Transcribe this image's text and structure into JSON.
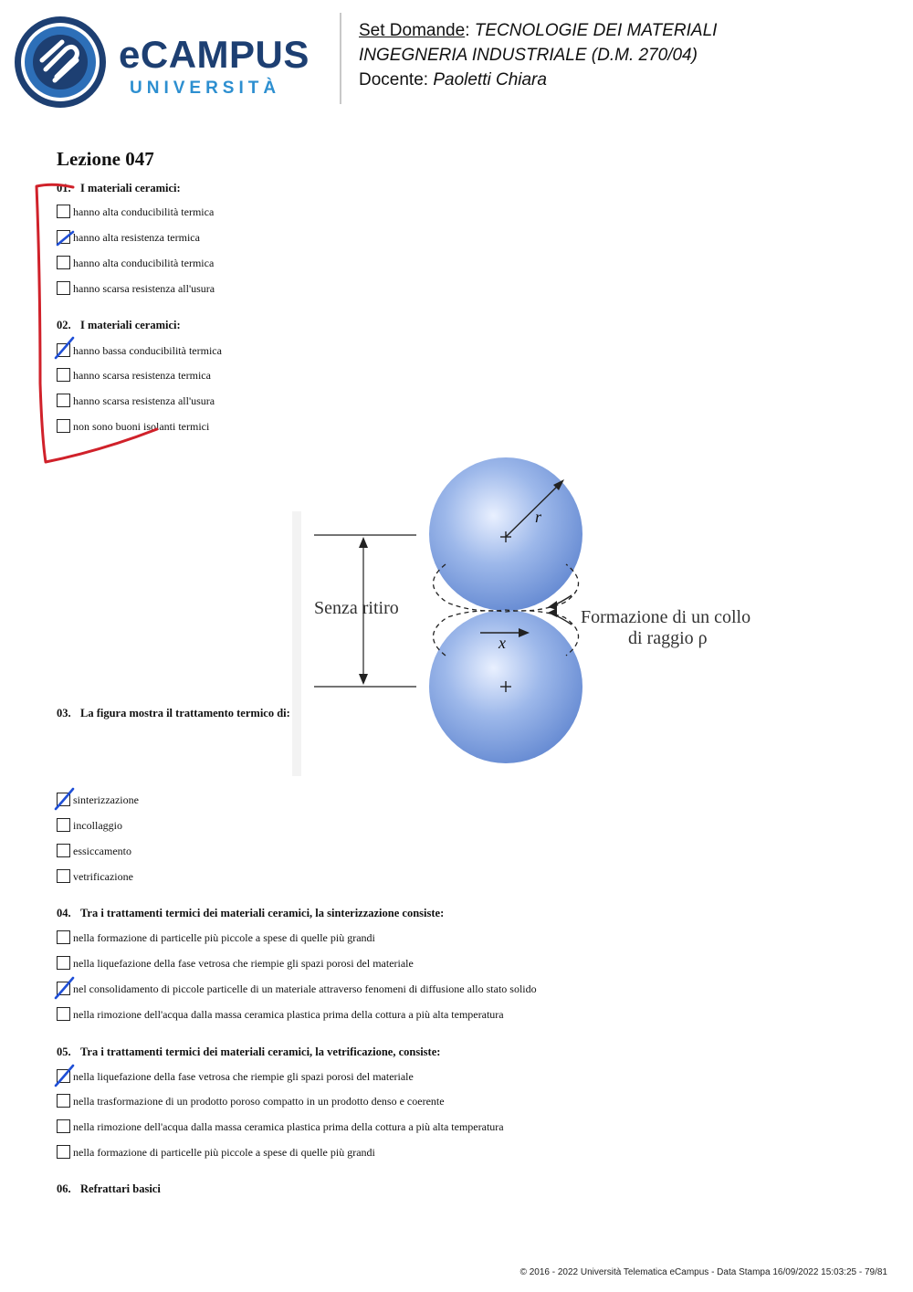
{
  "header": {
    "logo": {
      "brand": "eCAMPUS",
      "sub": "UNIVERSITÀ"
    },
    "set_label": "Set Domande",
    "colon": ": ",
    "course_line1": "TECNOLOGIE DEI MATERIALI",
    "course_line2": "INGEGNERIA INDUSTRIALE (D.M. 270/04)",
    "teacher_label": "Docente: ",
    "teacher_name": "Paoletti Chiara"
  },
  "lesson_title": "Lezione 047",
  "questions": [
    {
      "num": "01.",
      "text": "I materiali ceramici:",
      "options": [
        {
          "text": "hanno alta conducibilità termica",
          "checked": false
        },
        {
          "text": "hanno alta resistenza termica",
          "checked": true
        },
        {
          "text": "hanno alta conducibilità termica",
          "checked": false
        },
        {
          "text": "hanno scarsa resistenza all'usura",
          "checked": false
        }
      ]
    },
    {
      "num": "02.",
      "text": "I materiali ceramici:",
      "options": [
        {
          "text": "hanno bassa conducibilità termica",
          "checked": true
        },
        {
          "text": "hanno scarsa resistenza termica",
          "checked": false
        },
        {
          "text": "hanno scarsa resistenza all'usura",
          "checked": false
        },
        {
          "text": "non sono buoni isolanti termici",
          "checked": false
        }
      ]
    },
    {
      "num": "03.",
      "text": "La figura mostra il trattamento termico di:",
      "options": [
        {
          "text": "sinterizzazione",
          "checked": true
        },
        {
          "text": "incollaggio",
          "checked": false
        },
        {
          "text": "essiccamento",
          "checked": false
        },
        {
          "text": "vetrificazione",
          "checked": false
        }
      ]
    },
    {
      "num": "04.",
      "text": "Tra i trattamenti termici dei materiali ceramici, la sinterizzazione consiste:",
      "options": [
        {
          "text": "nella formazione di particelle più piccole a spese di quelle più grandi",
          "checked": false
        },
        {
          "text": "nella liquefazione della fase vetrosa che riempie gli spazi porosi del materiale",
          "checked": false
        },
        {
          "text": "nel consolidamento di piccole particelle di un materiale attraverso fenomeni di diffusione allo stato solido",
          "checked": true
        },
        {
          "text": "nella rimozione dell'acqua dalla massa ceramica plastica prima della cottura a più alta temperatura",
          "checked": false
        }
      ]
    },
    {
      "num": "05.",
      "text": "Tra i trattamenti termici dei materiali ceramici, la vetrificazione, consiste:",
      "options": [
        {
          "text": "nella liquefazione della fase vetrosa che riempie gli spazi porosi del materiale",
          "checked": true
        },
        {
          "text": "nella trasformazione di un prodotto poroso compatto in un prodotto denso e coerente",
          "checked": false
        },
        {
          "text": "nella rimozione dell'acqua dalla massa ceramica plastica prima della cottura a più alta temperatura",
          "checked": false
        },
        {
          "text": "nella formazione di particelle più piccole a spese di quelle più grandi",
          "checked": false
        }
      ]
    },
    {
      "num": "06.",
      "text": "Refrattari basici",
      "options": []
    }
  ],
  "figure": {
    "label_left": "Senza ritiro",
    "label_right_1": "Formazione di un collo",
    "label_right_2": "di raggio ρ",
    "radius_label": "r",
    "x_label": "x"
  },
  "footer": "© 2016 - 2022 Università Telematica eCampus - Data Stampa 16/09/2022 15:03:25 - 79/81",
  "colors": {
    "brand_dark": "#1d3f72",
    "brand_light": "#2d8fd0",
    "check_ink": "#1f4fd6",
    "bracket_ink": "#d0212a",
    "sphere": "#7fa0dc"
  }
}
